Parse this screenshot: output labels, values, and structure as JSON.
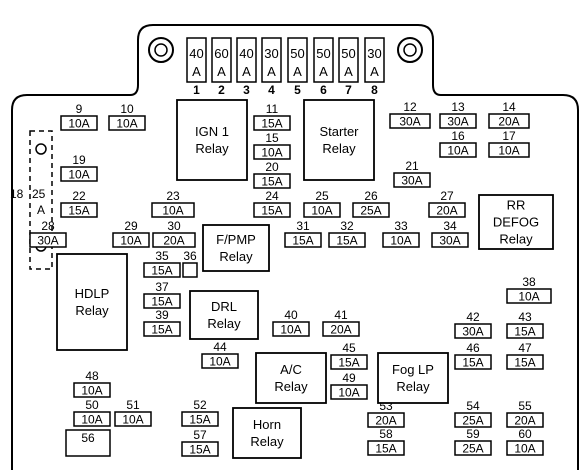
{
  "maxi_fuses": [
    {
      "rating": "40",
      "unit": "A",
      "num": "1"
    },
    {
      "rating": "60",
      "unit": "A",
      "num": "2"
    },
    {
      "rating": "40",
      "unit": "A",
      "num": "3"
    },
    {
      "rating": "30",
      "unit": "A",
      "num": "4"
    },
    {
      "rating": "50",
      "unit": "A",
      "num": "5"
    },
    {
      "rating": "50",
      "unit": "A",
      "num": "6"
    },
    {
      "rating": "50",
      "unit": "A",
      "num": "7"
    },
    {
      "rating": "30",
      "unit": "A",
      "num": "8"
    }
  ],
  "fuses": [
    {
      "num": "9",
      "rating": "10A"
    },
    {
      "num": "10",
      "rating": "10A"
    },
    {
      "num": "11",
      "rating": "15A"
    },
    {
      "num": "15",
      "rating": "10A"
    },
    {
      "num": "20",
      "rating": "15A"
    },
    {
      "num": "12",
      "rating": "30A"
    },
    {
      "num": "13",
      "rating": "30A"
    },
    {
      "num": "14",
      "rating": "20A"
    },
    {
      "num": "16",
      "rating": "10A"
    },
    {
      "num": "17",
      "rating": "10A"
    },
    {
      "num": "19",
      "rating": "10A"
    },
    {
      "num": "21",
      "rating": "30A"
    },
    {
      "num": "22",
      "rating": "15A"
    },
    {
      "num": "23",
      "rating": "10A"
    },
    {
      "num": "24",
      "rating": "15A"
    },
    {
      "num": "25",
      "rating": "10A"
    },
    {
      "num": "26",
      "rating": "25A"
    },
    {
      "num": "27",
      "rating": "20A"
    },
    {
      "num": "28",
      "rating": "30A"
    },
    {
      "num": "29",
      "rating": "10A"
    },
    {
      "num": "30",
      "rating": "20A"
    },
    {
      "num": "31",
      "rating": "15A"
    },
    {
      "num": "32",
      "rating": "15A"
    },
    {
      "num": "33",
      "rating": "10A"
    },
    {
      "num": "34",
      "rating": "30A"
    },
    {
      "num": "35",
      "rating": "15A"
    },
    {
      "num": "36",
      "rating": ""
    },
    {
      "num": "37",
      "rating": "15A"
    },
    {
      "num": "39",
      "rating": "15A"
    },
    {
      "num": "38",
      "rating": "10A"
    },
    {
      "num": "40",
      "rating": "10A"
    },
    {
      "num": "41",
      "rating": "20A"
    },
    {
      "num": "42",
      "rating": "30A"
    },
    {
      "num": "43",
      "rating": "15A"
    },
    {
      "num": "44",
      "rating": "10A"
    },
    {
      "num": "45",
      "rating": "15A"
    },
    {
      "num": "49",
      "rating": "10A"
    },
    {
      "num": "46",
      "rating": "15A"
    },
    {
      "num": "47",
      "rating": "15A"
    },
    {
      "num": "48",
      "rating": "10A"
    },
    {
      "num": "50",
      "rating": "10A"
    },
    {
      "num": "51",
      "rating": "10A"
    },
    {
      "num": "52",
      "rating": "15A"
    },
    {
      "num": "57",
      "rating": "15A"
    },
    {
      "num": "53",
      "rating": "20A"
    },
    {
      "num": "58",
      "rating": "15A"
    },
    {
      "num": "54",
      "rating": "25A"
    },
    {
      "num": "59",
      "rating": "25A"
    },
    {
      "num": "55",
      "rating": "20A"
    },
    {
      "num": "60",
      "rating": "10A"
    },
    {
      "num": "56",
      "rating": ""
    }
  ],
  "relays": [
    {
      "key": "ign1",
      "lines": [
        "IGN 1",
        "Relay"
      ]
    },
    {
      "key": "starter",
      "lines": [
        "Starter",
        "Relay"
      ]
    },
    {
      "key": "rrdefog",
      "lines": [
        "RR",
        "DEFOG",
        "Relay"
      ]
    },
    {
      "key": "fpmp",
      "lines": [
        "F/PMP",
        "Relay"
      ]
    },
    {
      "key": "hdlp",
      "lines": [
        "HDLP",
        "Relay"
      ]
    },
    {
      "key": "drl",
      "lines": [
        "DRL",
        "Relay"
      ]
    },
    {
      "key": "ac",
      "lines": [
        "A/C",
        "Relay"
      ]
    },
    {
      "key": "foglp",
      "lines": [
        "Fog LP",
        "Relay"
      ]
    },
    {
      "key": "horn",
      "lines": [
        "Horn",
        "Relay"
      ]
    }
  ],
  "side_connector": {
    "label_a": "18",
    "label_b": "25",
    "label_c": "A"
  }
}
